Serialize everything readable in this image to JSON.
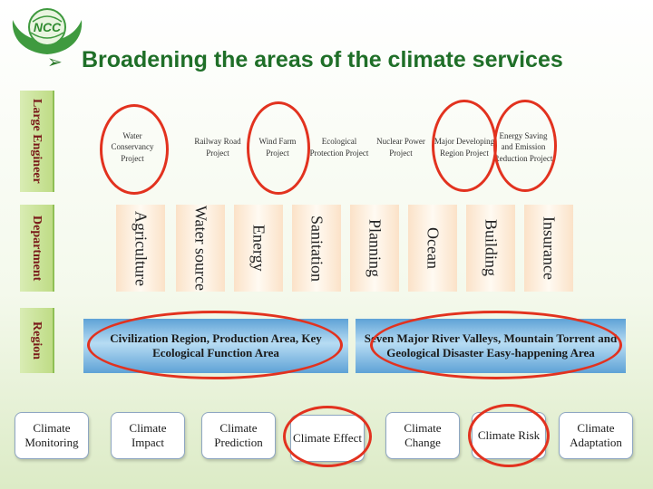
{
  "title": "Broadening the areas of the climate services",
  "logo_text": "NCC",
  "row_labels": {
    "large_engineer": "Large Engineer",
    "department": "Department",
    "region": "Region"
  },
  "projects": [
    "Water Conservancy Project",
    "Railway Road Project",
    "Wind Farm Project",
    "Ecological Protection Project",
    "Nuclear Power Project",
    "Major Developing Region Project",
    "Energy Saving and Emission Reduction Project"
  ],
  "departments": [
    "Agriculture",
    "Water source",
    "Energy",
    "Sanitation",
    "Planning",
    "Ocean",
    "Building",
    "Insurance"
  ],
  "regions": [
    "Civilization Region, Production Area, Key Ecological Function Area",
    "Seven Major River Valleys, Mountain Torrent and Geological Disaster Easy-happening Area"
  ],
  "climate_items": [
    "Climate Monitoring",
    "Climate Impact",
    "Climate Prediction",
    "Climate Effect",
    "Climate Change",
    "Climate Risk",
    "Climate Adaptation"
  ],
  "colors": {
    "accent_circle": "#e2321f",
    "title": "#1f6f28",
    "region_blue": "#5ea2d6",
    "label_green": "#bfdc86"
  }
}
